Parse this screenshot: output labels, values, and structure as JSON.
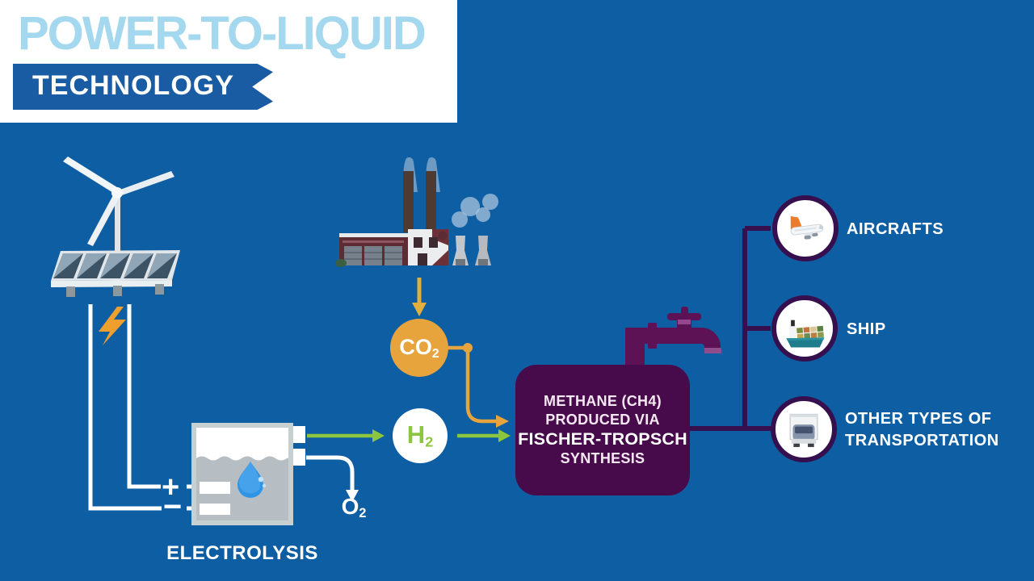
{
  "header": {
    "title": "POWER-TO-LIQUID",
    "subtitle": "TECHNOLOGY"
  },
  "electrolysis": {
    "label": "ELECTROLYSIS",
    "plus": "+",
    "minus": "−"
  },
  "molecules": {
    "co2": {
      "symbol": "CO",
      "sub": "2"
    },
    "h2": {
      "symbol": "H",
      "sub": "2"
    },
    "o2": {
      "symbol": "O",
      "sub": "2"
    }
  },
  "process_box": {
    "line1": "METHANE (CH4)",
    "line2": "PRODUCED VIA",
    "line3": "FISCHER-TROPSCH",
    "line4": "SYNTHESIS"
  },
  "outputs": [
    {
      "label": "AIRCRAFTS"
    },
    {
      "label": "SHIP"
    },
    {
      "label": "OTHER TYPES OF TRANSPORTATION"
    }
  ],
  "colors": {
    "background": "#0E5EA4",
    "title_blue": "#A4D8EE",
    "ribbon_blue": "#1A5CA4",
    "accent_orange": "#E8A43C",
    "accent_green": "#8CC63E",
    "box_purple": "#470B4B",
    "connector_purple": "#36104E"
  }
}
